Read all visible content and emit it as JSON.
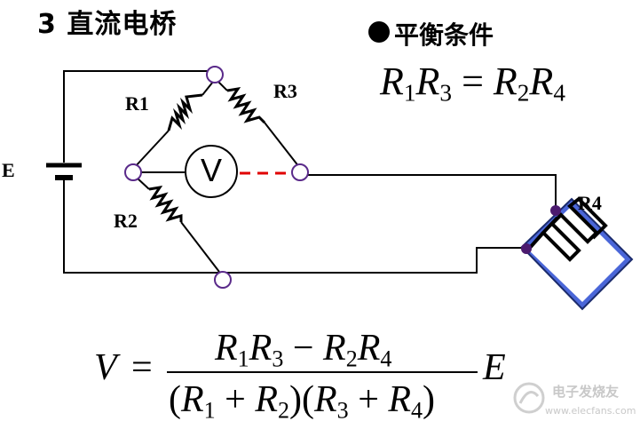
{
  "title": "3 直流电桥",
  "condition": {
    "label": "平衡条件",
    "equation": {
      "a": "R",
      "a_sub": "1",
      "b": "R",
      "b_sub": "3",
      "eq": "=",
      "c": "R",
      "c_sub": "2",
      "d": "R",
      "d_sub": "4"
    }
  },
  "labels": {
    "r1": "R1",
    "r2": "R2",
    "r3": "R3",
    "r4": "R4",
    "source": "E",
    "voltmeter": "V"
  },
  "formula": {
    "lhs": "V",
    "eq": "=",
    "numerator": {
      "t1": "R",
      "t1s": "1",
      "t2": "R",
      "t2s": "3",
      "op": " − ",
      "t3": "R",
      "t3s": "2",
      "t4": "R",
      "t4s": "4"
    },
    "denominator": {
      "o1": "(",
      "a": "R",
      "as": "1",
      "p1": " + ",
      "b": "R",
      "bs": "2",
      "c1": ")(",
      "c": "R",
      "cs": "3",
      "p2": " + ",
      "d": "R",
      "ds": "4",
      "c2": ")"
    },
    "rhs": "E"
  },
  "watermark": {
    "text": "电子发烧友",
    "url": "www.elecfans.com"
  },
  "colors": {
    "wire": "#000000",
    "dashed_link": "#e00000",
    "node_ring": "#5a2a8a",
    "gauge_fill": "#4a66d8",
    "gauge_dot": "#4b1a6e"
  }
}
